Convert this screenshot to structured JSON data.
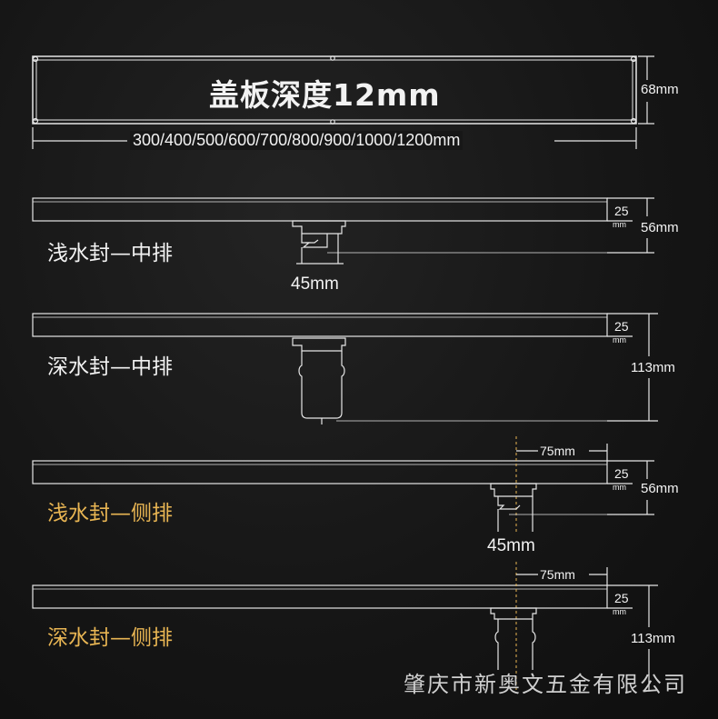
{
  "cover": {
    "title": "盖板深度12mm",
    "height_label": "68mm",
    "lengths_label": "300/400/500/600/700/800/900/1000/1200mm"
  },
  "rows": [
    {
      "label": "浅水封—中排",
      "label_color": "#f2f2f2",
      "cover_depth_value": "25",
      "cover_depth_unit": "mm",
      "total_depth": "56mm",
      "body_width": "45mm"
    },
    {
      "label": "深水封—中排",
      "label_color": "#f2f2f2",
      "cover_depth_value": "25",
      "cover_depth_unit": "mm",
      "total_depth": "113mm"
    },
    {
      "label": "浅水封—侧排",
      "label_color": "#e8b553",
      "cover_depth_value": "25",
      "cover_depth_unit": "mm",
      "total_depth": "56mm",
      "body_width": "45mm",
      "side_offset": "75mm"
    },
    {
      "label": "深水封—侧排",
      "label_color": "#e8b553",
      "cover_depth_value": "25",
      "cover_depth_unit": "mm",
      "total_depth": "113mm",
      "side_offset": "75mm"
    }
  ],
  "company": "肇庆市新奥文五金有限公司"
}
